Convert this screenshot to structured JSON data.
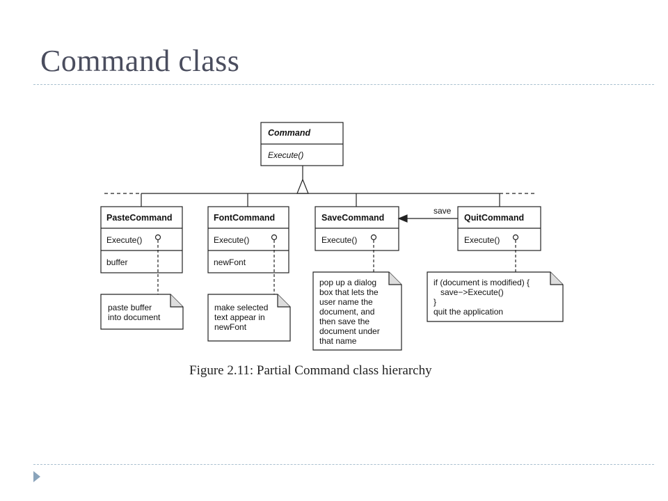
{
  "slide": {
    "title": "Command class"
  },
  "diagram": {
    "command": {
      "name": "Command",
      "operation": "Execute()"
    },
    "paste": {
      "name": "PasteCommand",
      "operation": "Execute()",
      "attribute": "buffer",
      "note": [
        "paste buffer",
        "into document"
      ]
    },
    "font": {
      "name": "FontCommand",
      "operation": "Execute()",
      "attribute": "newFont",
      "note": [
        "make selected",
        "text appear in",
        "newFont"
      ]
    },
    "save": {
      "name": "SaveCommand",
      "operation": "Execute()",
      "note": [
        "pop up a dialog",
        "box that lets the",
        "user name the",
        "document, and",
        "then save the",
        "document under",
        "that name"
      ]
    },
    "quit": {
      "name": "QuitCommand",
      "operation": "Execute()",
      "note": [
        "if (document is modified) {",
        "   save−>Execute()",
        "}",
        "quit the application"
      ]
    },
    "association_label": "save",
    "caption": "Figure 2.11: Partial Command class hierarchy"
  }
}
